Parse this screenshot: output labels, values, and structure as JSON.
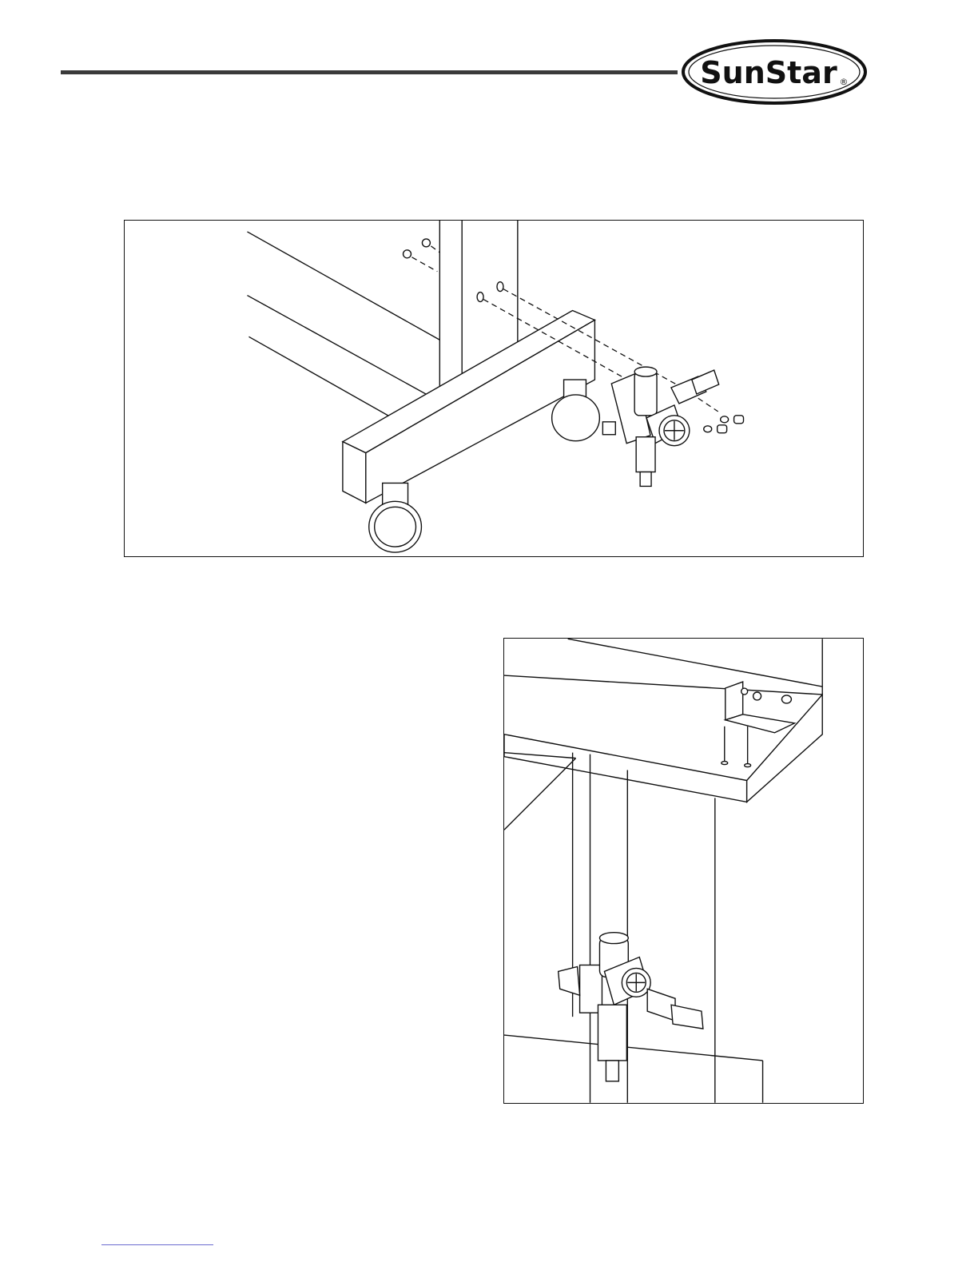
{
  "brand": {
    "logo_text": "SunStar",
    "registered_mark": "®"
  },
  "figures": [
    {
      "id": "figure-frame-air-regulator-exploded"
    },
    {
      "id": "figure-table-underside-air-regulator-mounted"
    }
  ]
}
